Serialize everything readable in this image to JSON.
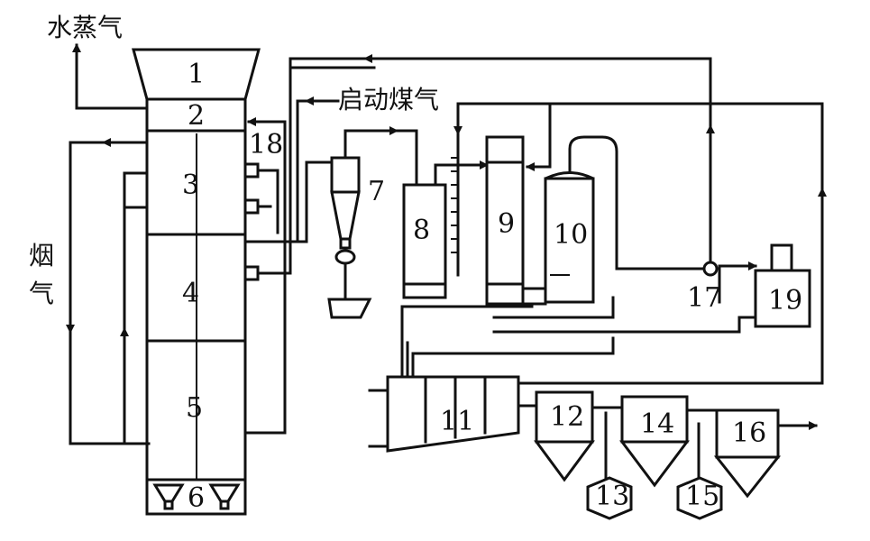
{
  "labels": {
    "steam": "水蒸气",
    "startup_gas": "启动煤气",
    "flue_gas_1": "烟",
    "flue_gas_2": "气"
  },
  "units": [
    "1",
    "2",
    "3",
    "4",
    "5",
    "6",
    "7",
    "8",
    "9",
    "10",
    "11",
    "12",
    "13",
    "14",
    "15",
    "16",
    "17",
    "18",
    "19"
  ]
}
